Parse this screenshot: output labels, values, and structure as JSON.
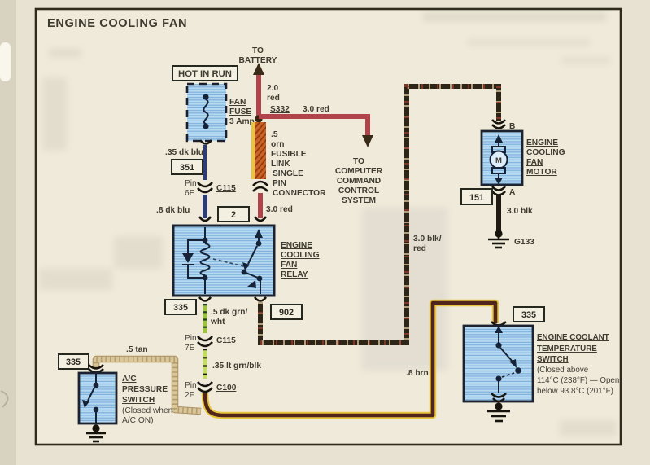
{
  "title": "ENGINE COOLING FAN",
  "hot_in_run": "HOT IN RUN",
  "battery": {
    "to": [
      "TO",
      "BATTERY"
    ]
  },
  "computer": [
    "TO",
    "COMPUTER",
    "COMMAND",
    "CONTROL",
    "SYSTEM"
  ],
  "fuse": {
    "name": [
      "FAN",
      "FUSE"
    ],
    "rating": "3 Amp"
  },
  "fusible_link": [
    ".5",
    "orn",
    "FUSIBLE",
    "LINK",
    "SINGLE",
    "PIN",
    "CONNECTOR"
  ],
  "wires": {
    "w20red": [
      "2.0",
      "red"
    ],
    "s332": "S332",
    "w30red_top": "3.0 red",
    "w30red_mid": "3.0 red",
    "w35dkblu": ".35 dk blu",
    "w8dkblu": ".8 dk blu",
    "w5dkgrnwht": [
      ".5 dk grn/",
      "wht"
    ],
    "w35ltgrnblk": ".35 lt grn/blk",
    "w30blkred": [
      "3.0 blk/",
      "red"
    ],
    "w30blk": "3.0 blk",
    "w5tan": ".5 tan",
    "w8brn": ".8 brn"
  },
  "codes": {
    "c351": "351",
    "c2": "2",
    "c335_relay": "335",
    "c902": "902",
    "c151": "151",
    "c335_ac": "335",
    "c335_temp": "335"
  },
  "pins": {
    "p6e": [
      "Pin",
      "6E"
    ],
    "p7e": [
      "Pin",
      "7E"
    ],
    "p2f": [
      "Pin",
      "2F"
    ]
  },
  "connectors": {
    "c115_upper": "C115",
    "c115_lower": "C115",
    "c100": "C100"
  },
  "relay": {
    "name": [
      "ENGINE",
      "COOLING",
      "FAN",
      "RELAY"
    ]
  },
  "motor": {
    "name": [
      "ENGINE",
      "COOLING",
      "FAN",
      "MOTOR"
    ],
    "terminal_b": "B",
    "terminal_a": "A",
    "motor_letter": "M"
  },
  "grounds": {
    "g133": "G133"
  },
  "ac_switch": {
    "name": [
      "A/C",
      "PRESSURE",
      "SWITCH"
    ],
    "note": [
      "(Closed when",
      "A/C ON)"
    ]
  },
  "temp_switch": {
    "name": [
      "ENGINE COOLANT",
      "TEMPERATURE",
      "SWITCH"
    ],
    "note": [
      "(Closed above",
      "114°C (238°F) — Open",
      "below 93.8°C (201°F)"
    ]
  },
  "colors": {
    "title_blue": "#2b5ea7",
    "wire_red": "#b2434a",
    "link_yellow": "#e9c53f",
    "link_orange": "#c35a1d",
    "wire_dk_blu": "#2d3c74",
    "wire_dk_grn": "#9cc23e",
    "wire_lt_grn": "#c3dd63",
    "wire_tan": "#d9c69a",
    "wire_brown": "#50251b",
    "wire_blk_red": "#2c2518",
    "wire_blk": "#201a12",
    "component_fill": "#b6d9f2"
  }
}
